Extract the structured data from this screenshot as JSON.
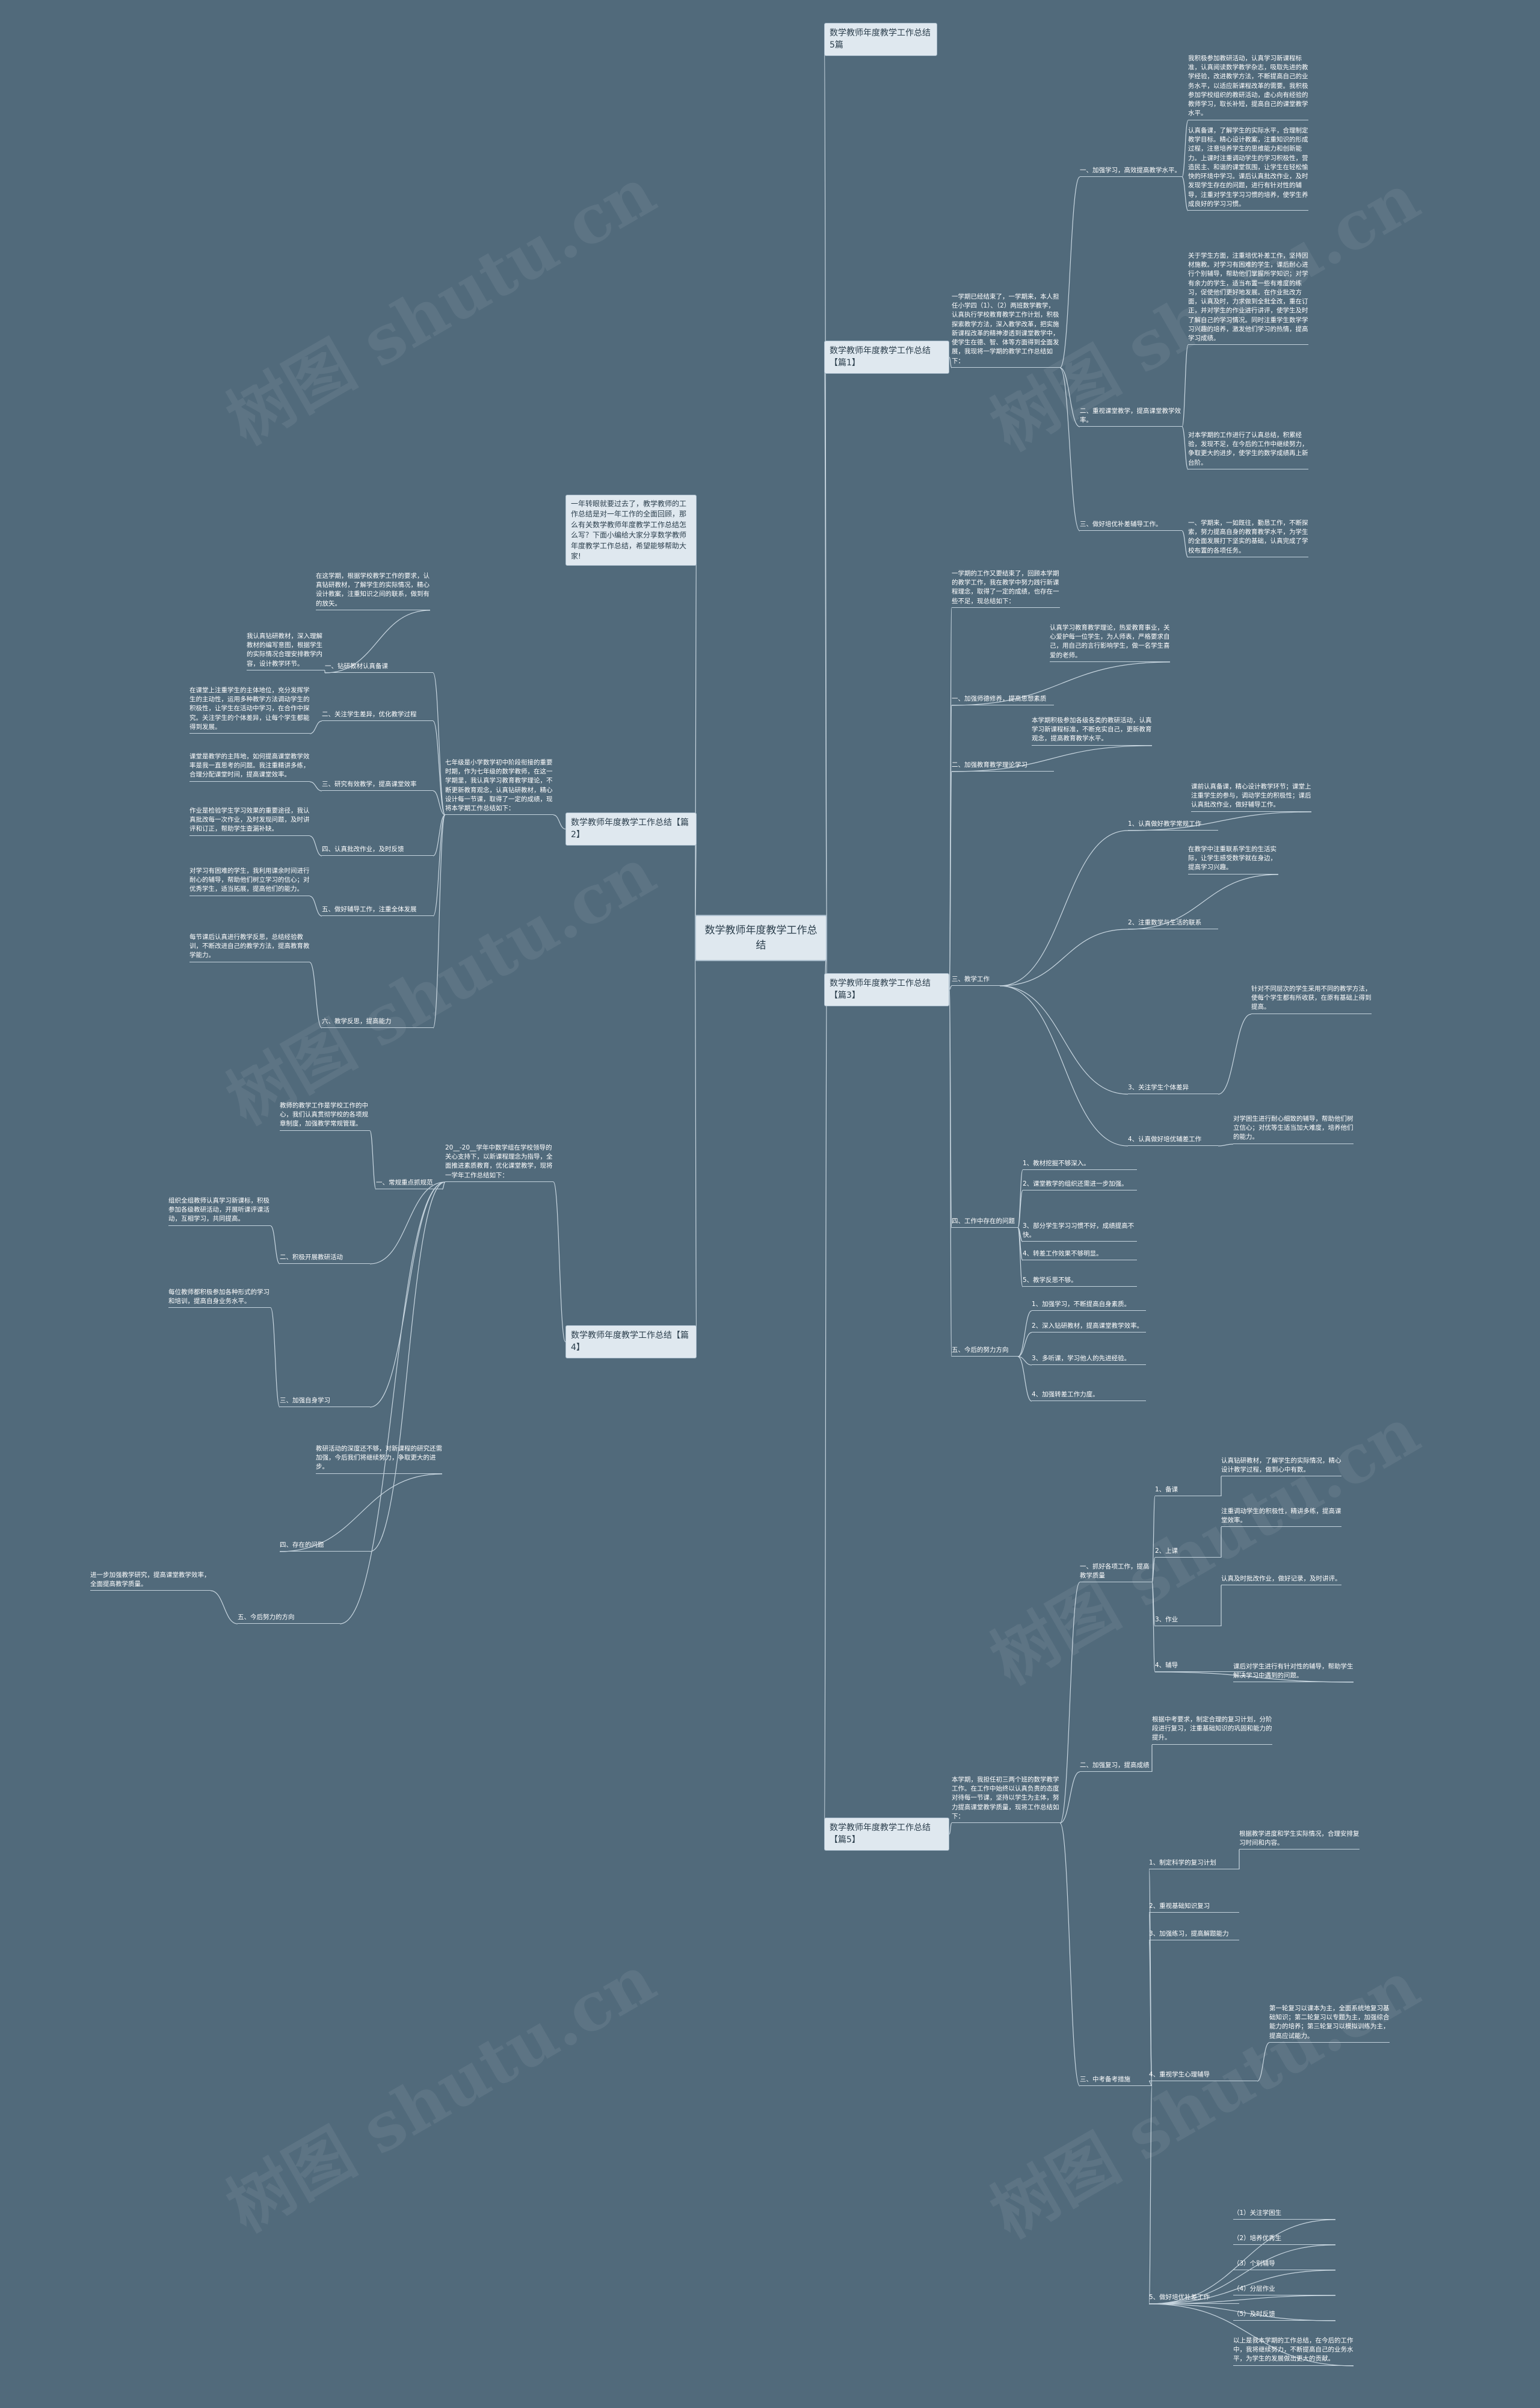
{
  "root": "数学教师年度教学工作总结",
  "intro": "一年转眼就要过去了，教学教师的工作总结是对一年工作的全面回顾，那么有关数学教师年度教学工作总结怎么写？下面小编给大家分享数学教师年度教学工作总结，希望能够帮助大家!",
  "watermark": "树图 shutu.cn",
  "branches": {
    "b0": "数学教师年度教学工作总结5篇",
    "b1": "数学教师年度教学工作总结【篇1】",
    "b2": "数学教师年度教学工作总结【篇2】",
    "b3": "数学教师年度教学工作总结【篇3】",
    "b4": "数学教师年度教学工作总结【篇4】",
    "b5": "数学教师年度教学工作总结【篇5】"
  },
  "p1": {
    "intro": "一学期已经结束了，一学期来，本人担任小学四（1）、（2）两班数学教学，认真执行学校教育教学工作计划，积极探索教学方法，深入教学改革，把实施新课程改革的精神渗透到课堂教学中，使学生在德、智、体等方面得到全面发展，我现将一学期的教学工作总结如下：",
    "h1": "一、加强学习，高效提高教学水平。",
    "t1": "我积极参加教研活动，认真学习新课程标准，认真阅读数学教学杂志，吸取先进的教学经验，改进教学方法，不断提高自己的业务水平，以适应新课程改革的需要。我积极参加学校组织的教研活动，虚心向有经验的教师学习，取长补短，提高自己的课堂教学水平。",
    "t2": "认真备课，了解学生的实际水平，合理制定教学目标。精心设计教案，注重知识的形成过程，注意培养学生的思维能力和创新能力。上课时注重调动学生的学习积极性，营造民主、和谐的课堂氛围，让学生在轻松愉快的环境中学习。课后认真批改作业，及时发现学生存在的问题，进行有针对性的辅导，注重对学生学习习惯的培养，使学生养成良好的学习习惯。",
    "h2": "二、重视课堂教学，提高课堂教学效率。",
    "t3": "关于学生方面，注重培优补差工作，坚持因材施教。对学习有困难的学生，课后耐心进行个别辅导，帮助他们掌握所学知识；对学有余力的学生，适当布置一些有难度的练习，促使他们更好地发展。在作业批改方面，认真及时，力求做到全批全改，重在订正，并对学生的作业进行讲评，使学生及时了解自己的学习情况。同时注重学生数学学习兴趣的培养，激发他们学习的热情，提高学习成绩。",
    "t4": "对本学期的工作进行了认真总结，积累经验，发现不足，在今后的工作中继续努力，争取更大的进步，使学生的数学成绩再上新台阶。",
    "h3": "三、做好培优补差辅导工作。",
    "t5": "一、学期来，一如既往，勤恳工作，不断探索，努力提高自身的教育教学水平，为学生的全面发展打下坚实的基础，认真完成了学校布置的各项任务。"
  },
  "p2": {
    "intro": "七年级是小学数学初中阶段衔接的重要时期，作为七年级的数学教师，在这一学期里，我认真学习教育教学理论，不断更新教育观念，认真钻研教材，精心设计每一节课，取得了一定的成绩，现将本学期工作总结如下：",
    "h1": "一、钻研教材认真备课",
    "t1": "在这学期，根据学校教学工作的要求，认真钻研教材，了解学生的实际情况，精心设计教案，注重知识之间的联系，做到有的放矢。",
    "t2": "我认真钻研教材，深入理解教材的编写意图，根据学生的实际情况合理安排教学内容，设计教学环节。",
    "h2": "二、关注学生差异，优化教学过程",
    "t3": "在课堂上注重学生的主体地位，充分发挥学生的主动性，运用多种教学方法调动学生的积极性，让学生在活动中学习，在合作中探究。关注学生的个体差异，让每个学生都能得到发展。",
    "h3": "三、研究有效教学，提高课堂效率",
    "t4": "课堂是教学的主阵地，如何提高课堂教学效率是我一直思考的问题。我注重精讲多练，合理分配课堂时间，提高课堂效率。",
    "h4": "四、认真批改作业，及时反馈",
    "t5": "作业是检验学生学习效果的重要途径，我认真批改每一次作业，及时发现问题，及时讲评和订正，帮助学生查漏补缺。",
    "h5": "五、做好辅导工作，注重全体发展",
    "t6": "对学习有困难的学生，我利用课余时间进行耐心的辅导，帮助他们树立学习的信心；对优秀学生，适当拓展，提高他们的能力。",
    "h6": "六、教学反思，提高能力",
    "t7": "每节课后认真进行教学反思，总结经验教训，不断改进自己的教学方法，提高教育教学能力。"
  },
  "p3": {
    "intro": "一学期的工作又要结束了，回顾本学期的教学工作，我在教学中努力践行新课程理念，取得了一定的成绩，也存在一些不足，现总结如下：",
    "h1": "一、加强师德修养，提高思想素质",
    "t1": "认真学习教育教学理论，热爱教育事业，关心爱护每一位学生，为人师表，严格要求自己，用自己的言行影响学生，做一名学生喜爱的老师。",
    "h2": "二、加强教育教学理论学习",
    "t2": "本学期积极参加各级各类的教研活动，认真学习新课程标准，不断充实自己，更新教育观念，提高教育教学水平。",
    "h3": "三、教学工作",
    "i1": "1、认真做好教学常规工作",
    "i1t": "课前认真备课，精心设计教学环节；课堂上注重学生的参与，调动学生的积极性；课后认真批改作业，做好辅导工作。",
    "i2": "2、注重数学与生活的联系",
    "i2t": "在教学中注重联系学生的生活实际，让学生感受数学就在身边，提高学习兴趣。",
    "i3": "3、关注学生个体差异",
    "i3t": "针对不同层次的学生采用不同的教学方法，使每个学生都有所收获，在原有基础上得到提高。",
    "i4": "4、认真做好培优辅差工作",
    "i4t": "对学困生进行耐心细致的辅导，帮助他们树立信心；对优等生适当加大难度，培养他们的能力。",
    "h4": "四、工作中存在的问题",
    "q1": "1、教材挖掘不够深入。",
    "q2": "2、课堂教学的组织还需进一步加强。",
    "q3": "3、部分学生学习习惯不好，成绩提高不快。",
    "q4": "4、转差工作效果不够明显。",
    "q5": "5、教学反思不够。",
    "h5": "五、今后的努力方向",
    "f1": "1、加强学习，不断提高自身素质。",
    "f2": "2、深入钻研教材，提高课堂教学效率。",
    "f3": "3、多听课，学习他人的先进经验。",
    "f4": "4、加强转差工作力度。"
  },
  "p4": {
    "intro": "20__-20__学年中数学组在学校领导的关心支持下，以新课程理念为指导，全面推进素质教育，优化课堂教学，现将一学年工作总结如下：",
    "h1": "一、常规重点抓规范",
    "t1": "教师的教学工作是学校工作的中心，我们认真贯彻学校的各项规章制度，加强教学常规管理。",
    "h2": "二、积极开展教研活动",
    "t2": "组织全组教师认真学习新课标，积极参加各级教研活动，开展听课评课活动，互相学习，共同提高。",
    "h3": "三、加强自身学习",
    "t3": "每位教师都积极参加各种形式的学习和培训，提高自身业务水平。",
    "h4": "四、存在的问题",
    "t4": "教研活动的深度还不够，对新课程的研究还需加强，今后我们将继续努力，争取更大的进步。",
    "h5": "五、今后努力的方向",
    "t5": "进一步加强教学研究，提高课堂教学效率，全面提高教学质量。"
  },
  "p5": {
    "intro": "本学期，我担任初三两个班的数学教学工作。在工作中始终以认真负责的态度对待每一节课，坚持以学生为主体，努力提高课堂教学质量，现将工作总结如下：",
    "h1": "一、抓好各项工作，提高教学质量",
    "i1": "1、备课",
    "i1t": "认真钻研教材，了解学生的实际情况，精心设计教学过程，做到心中有数。",
    "i2": "2、上课",
    "i2t": "注重调动学生的积极性，精讲多练，提高课堂效率。",
    "i3": "3、作业",
    "i3t": "认真及时批改作业，做好记录，及时讲评。",
    "i4": "4、辅导",
    "i4t": "课后对学生进行有针对性的辅导，帮助学生解决学习中遇到的问题。",
    "h2": "二、加强复习，提高成绩",
    "t2": "根据中考要求，制定合理的复习计划，分阶段进行复习，注重基础知识的巩固和能力的提升。",
    "h3": "三、中考备考措施",
    "s1": "1、制定科学的复习计划",
    "s1a": "根据教学进度和学生实际情况，合理安排复习时间和内容。",
    "s2": "2、重视基础知识复习",
    "s3": "3、加强练习，提高解题能力",
    "s4": "4、重视学生心理辅导",
    "s4t": "第一轮复习以课本为主，全面系统地复习基础知识；第二轮复习以专题为主，加强综合能力的培养；第三轮复习以模拟训练为主，提高应试能力。",
    "s5": "5、做好培优补差工作",
    "r1": "（1）关注学困生",
    "r2": "（2）培养优秀生",
    "r3": "（3）个别辅导",
    "r4": "（4）分层作业",
    "r5": "（5）及时反馈",
    "end": "以上是我本学期的工作总结，在今后的工作中，我将继续努力，不断提高自己的业务水平，为学生的发展做出更大的贡献。"
  }
}
